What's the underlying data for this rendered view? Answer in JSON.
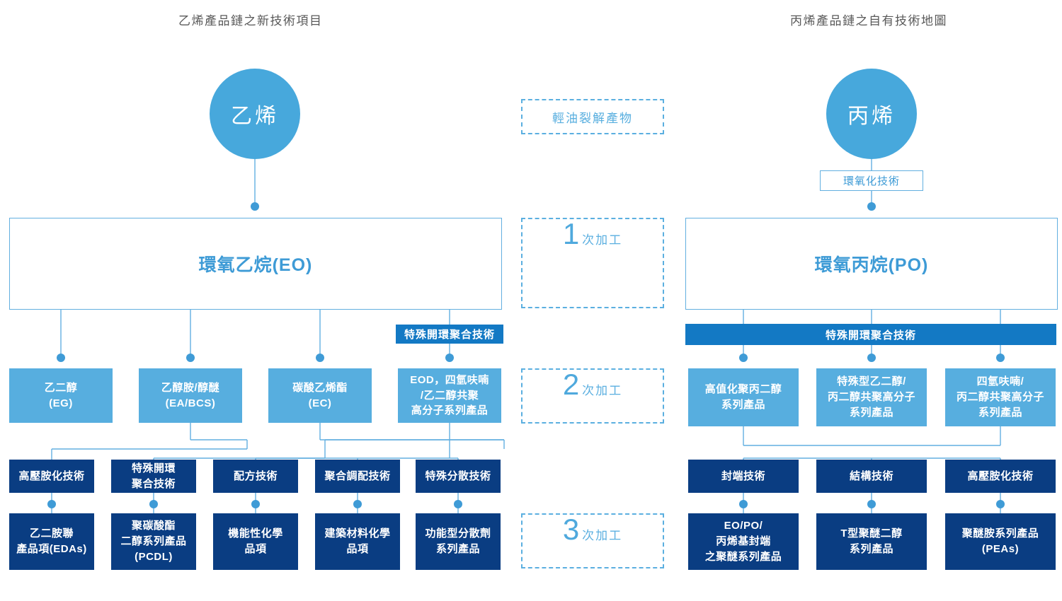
{
  "titles": {
    "left": "乙烯產品鏈之新技術項目",
    "right": "丙烯產品鏈之自有技術地圖"
  },
  "colors": {
    "light_blue": "#57AEDF",
    "circle_blue": "#47A8DC",
    "navy": "#0A3D82",
    "tech_bar_blue": "#1379C4",
    "line_blue": "#62AFE0",
    "title_gray": "#595959"
  },
  "center_column": {
    "source_label": "輕油裂解產物",
    "stages": [
      {
        "num": "1",
        "text": "次加工"
      },
      {
        "num": "2",
        "text": "次加工"
      },
      {
        "num": "3",
        "text": "次加工"
      }
    ]
  },
  "left_chain": {
    "feedstock": "乙烯",
    "primary": "環氧乙烷(EO)",
    "primary_tech_badge": "特殊開環聚合技術",
    "secondary": [
      "乙二醇\n(EG)",
      "乙醇胺/醇醚\n(EA/BCS)",
      "碳酸乙烯酯\n(EC)",
      "EOD，四氫呋喃\n/乙二醇共聚\n高分子系列產品"
    ],
    "technologies": [
      "高壓胺化技術",
      "特殊開環\n聚合技術",
      "配方技術",
      "聚合調配技術",
      "特殊分散技術"
    ],
    "tertiary": [
      "乙二胺聯\n產品項(EDAs)",
      "聚碳酸酯\n二醇系列產品\n(PCDL)",
      "機能性化學\n品項",
      "建築材料化學\n品項",
      "功能型分散劑\n系列產品"
    ]
  },
  "right_chain": {
    "feedstock": "丙烯",
    "feedstock_tech": "環氧化技術",
    "primary": "環氧丙烷(PO)",
    "primary_tech_bar": "特殊開環聚合技術",
    "secondary": [
      "高值化聚丙二醇\n系列產品",
      "特殊型乙二醇/\n丙二醇共聚高分子\n系列產品",
      "四氫呋喃/\n丙二醇共聚高分子\n系列產品"
    ],
    "technologies": [
      "封端技術",
      "結構技術",
      "高壓胺化技術"
    ],
    "tertiary": [
      "EO/PO/\n丙烯基封端\n之聚醚系列產品",
      "T型聚醚二醇\n系列產品",
      "聚醚胺系列產品\n(PEAs)"
    ]
  }
}
